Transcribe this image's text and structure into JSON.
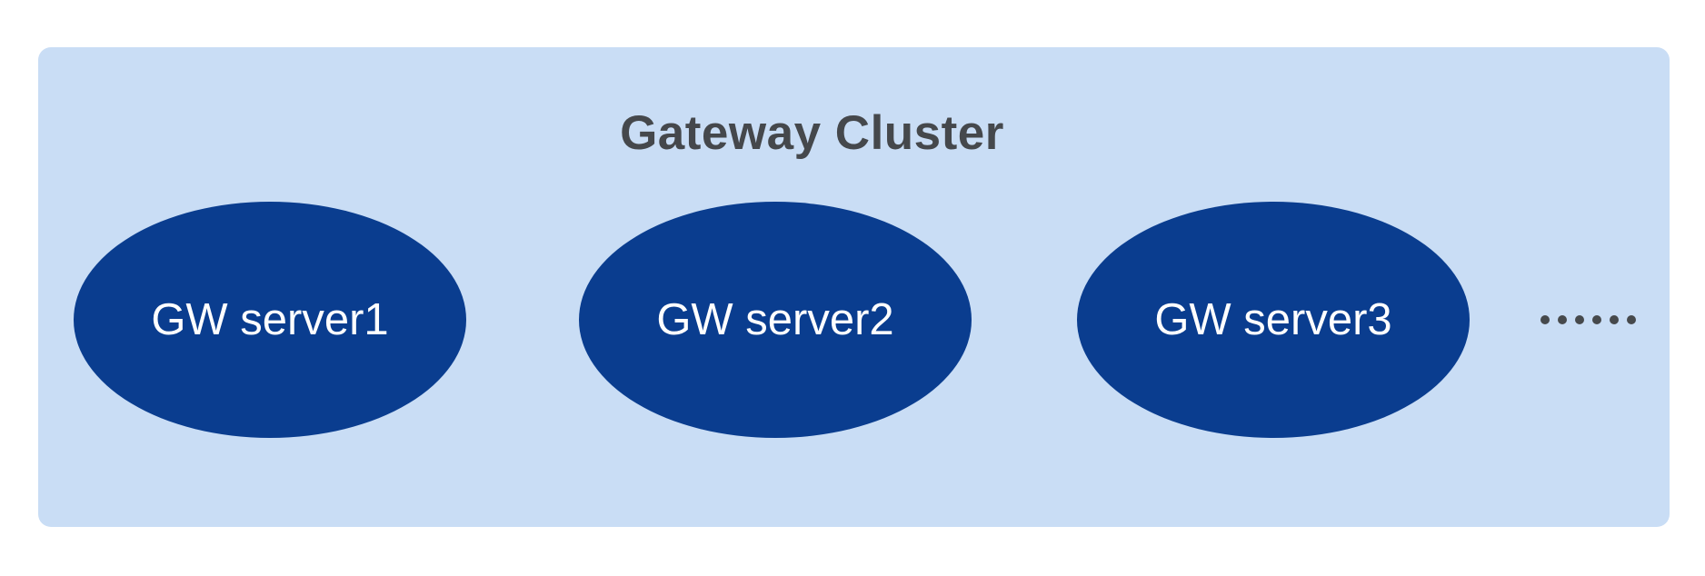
{
  "diagram": {
    "title": "Gateway Cluster",
    "nodes": [
      {
        "label": "GW server1"
      },
      {
        "label": "GW server2"
      },
      {
        "label": "GW server3"
      }
    ],
    "ellipsis": {
      "dot_count": 6
    },
    "colors": {
      "page_background": "#ffffff",
      "container_fill": "#c9ddf5",
      "node_fill": "#0a3d8f",
      "node_text": "#ffffff",
      "title_text": "#45484c",
      "dot_color": "#46494c"
    }
  }
}
